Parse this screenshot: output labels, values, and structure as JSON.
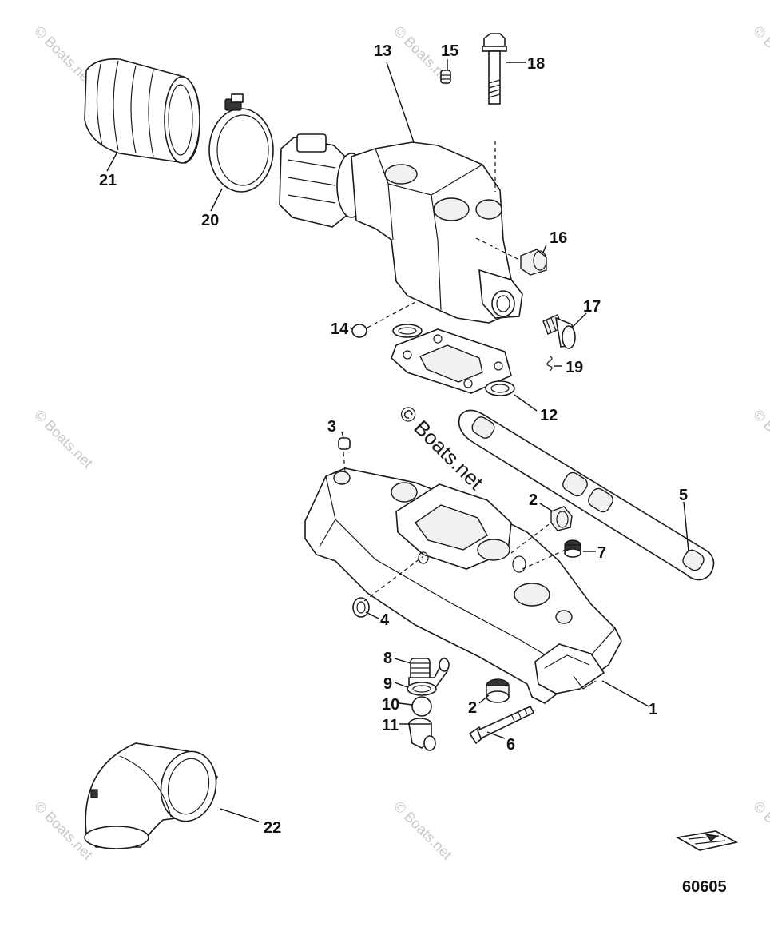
{
  "callouts": {
    "c1": "1",
    "c2a": "2",
    "c2b": "2",
    "c3": "3",
    "c4": "4",
    "c5": "5",
    "c6": "6",
    "c7": "7",
    "c8": "8",
    "c9": "9",
    "c10": "10",
    "c11": "11",
    "c12": "12",
    "c13": "13",
    "c14": "14",
    "c15": "15",
    "c16": "16",
    "c17": "17",
    "c18": "18",
    "c19": "19",
    "c20": "20",
    "c21": "21",
    "c22": "22"
  },
  "watermark": {
    "small": "© Boats.net",
    "center": "© Boats.net"
  },
  "reference_number": "60605",
  "icons": {
    "boat": "boat-orientation-icon"
  }
}
